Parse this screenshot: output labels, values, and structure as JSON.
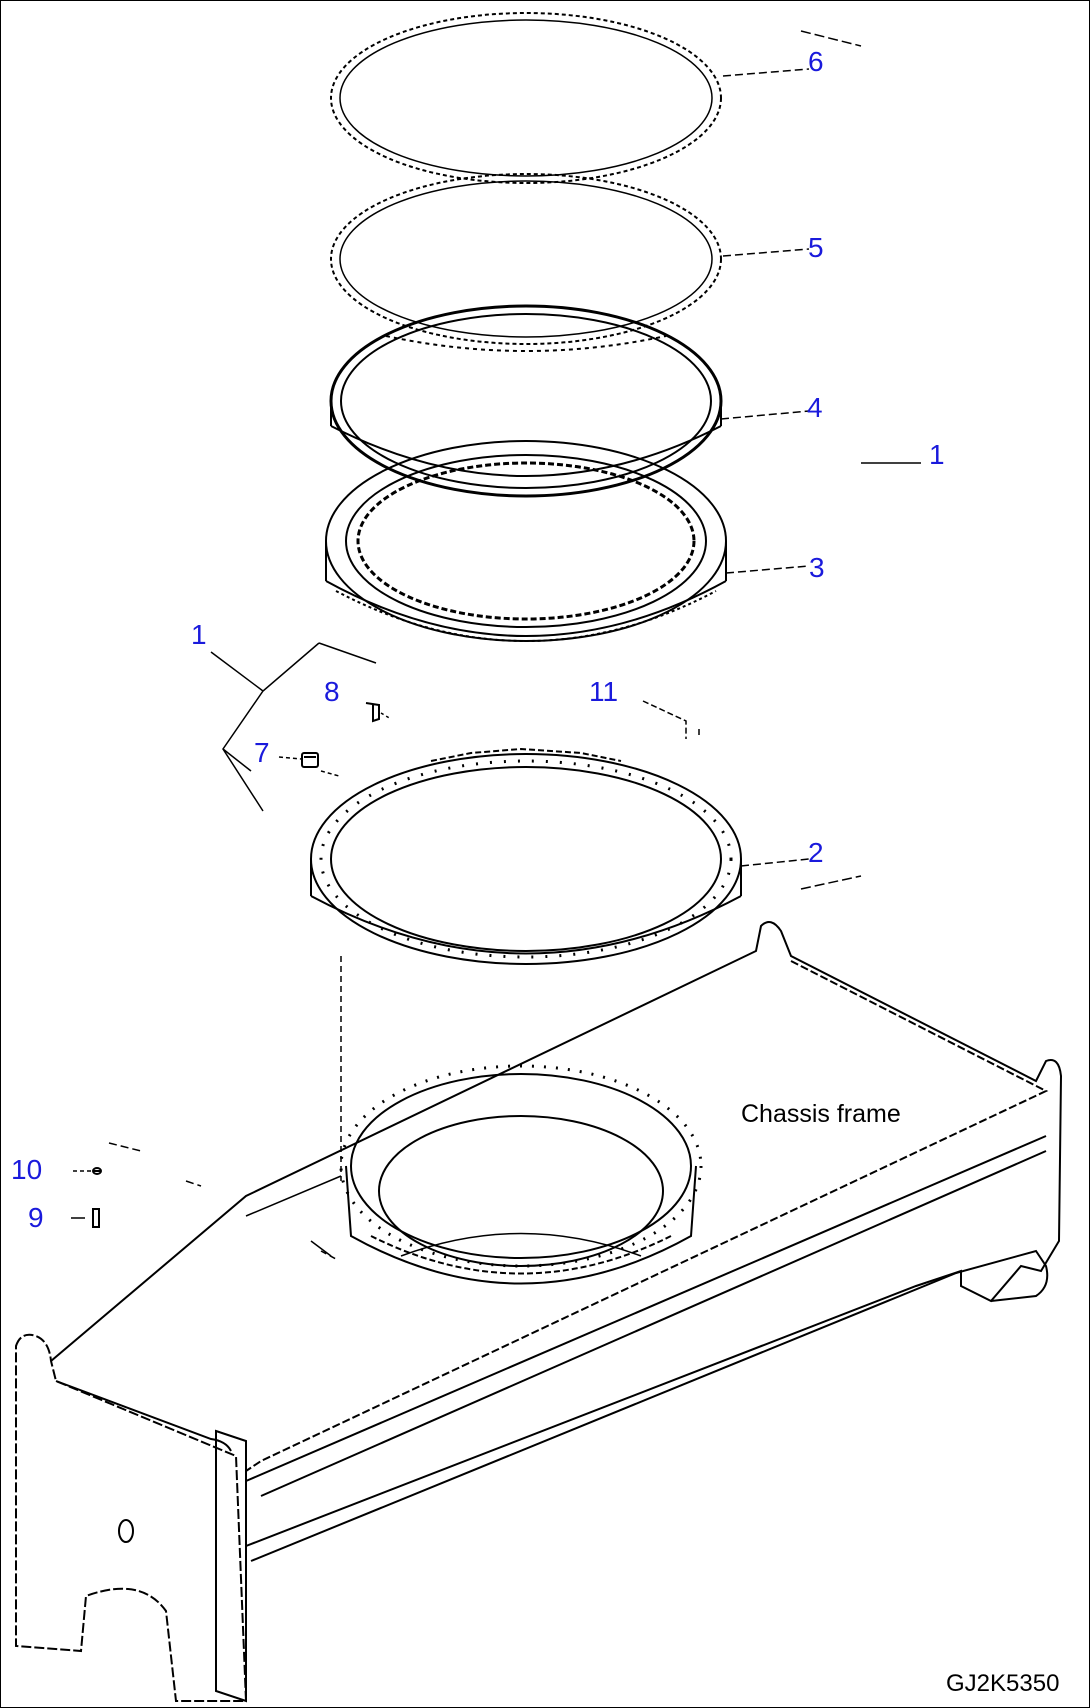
{
  "drawing_code": "GJ2K5350",
  "frame_label": "Chassis frame",
  "callouts": {
    "c6": "6",
    "c5": "5",
    "c4": "4",
    "c1a": "1",
    "c3": "3",
    "c1b": "1",
    "c8": "8",
    "c11": "11",
    "c7": "7",
    "c2": "2",
    "c10": "10",
    "c9": "9"
  },
  "colors": {
    "callout": "#1a1adc",
    "line": "#000000",
    "background": "#ffffff"
  }
}
